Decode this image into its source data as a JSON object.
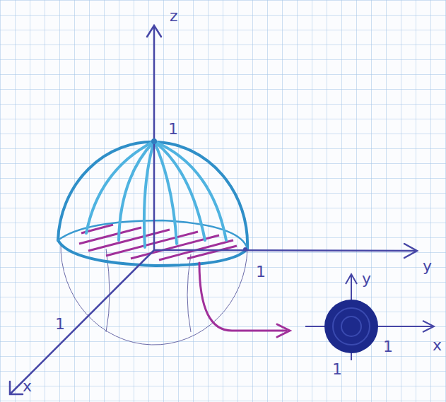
{
  "diagram": {
    "labels": [
      "z",
      "1",
      "y",
      "1",
      "1",
      "x",
      "y",
      "x",
      "1",
      "1"
    ]
  }
}
